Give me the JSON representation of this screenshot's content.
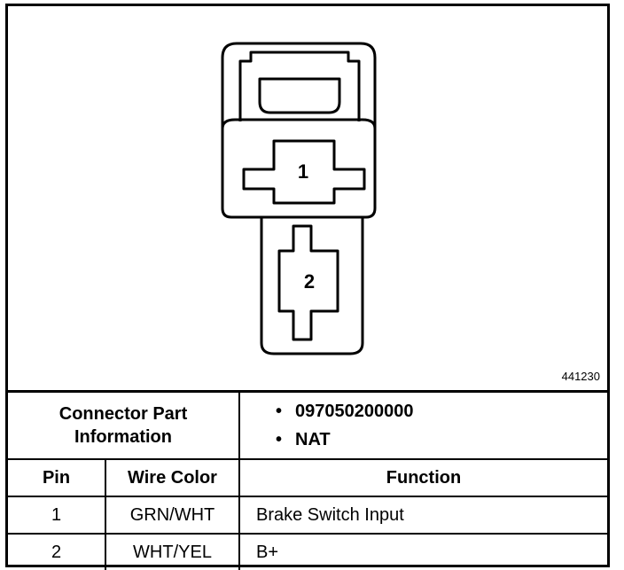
{
  "diagram": {
    "pins": [
      "1",
      "2"
    ],
    "figure_id": "441230"
  },
  "info": {
    "label_line1": "Connector Part",
    "label_line2": "Information",
    "items": [
      "097050200000",
      "NAT"
    ]
  },
  "table": {
    "headers": [
      "Pin",
      "Wire Color",
      "Function"
    ],
    "rows": [
      {
        "pin": "1",
        "color": "GRN/WHT",
        "function": "Brake Switch Input"
      },
      {
        "pin": "2",
        "color": "WHT/YEL",
        "function": "B+"
      }
    ]
  }
}
